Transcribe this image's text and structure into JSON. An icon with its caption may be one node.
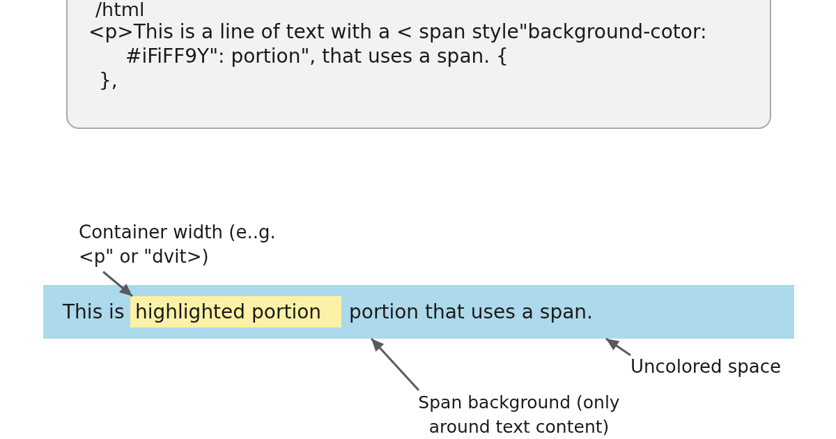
{
  "diagram": {
    "nodes": [
      {
        "text": [
          "/html",
          "<p>This is a line of text with a < span style\"background-cotor: #iFiFF9Y\": portion\", that uses a span. {",
          "},"
        ]
      },
      {
        "text": [
          "Container width (e..g. <p\" or \"dvit>)"
        ]
      },
      {
        "text": [
          "This is",
          "portion that uses a span."
        ]
      },
      {
        "text": [
          "highlighted portion"
        ],
        "in": 2
      },
      {
        "text": [
          "Span background (only around text content)"
        ]
      },
      {
        "text": [
          "Uncolored space"
        ]
      }
    ],
    "edges": [
      {
        "from": 1,
        "to": 3,
        "arrow": "to"
      },
      {
        "from": 4,
        "to": 2,
        "arrow": "to"
      },
      {
        "from": 5,
        "to": 2,
        "arrow": "to"
      }
    ]
  }
}
